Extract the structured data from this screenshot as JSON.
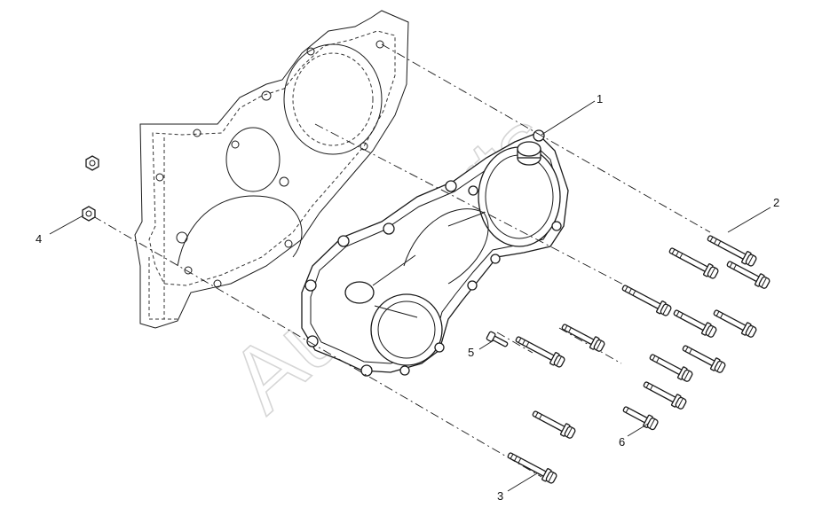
{
  "callouts": [
    {
      "id": "1",
      "label": "1"
    },
    {
      "id": "2",
      "label": "2"
    },
    {
      "id": "3",
      "label": "3"
    },
    {
      "id": "4",
      "label": "4"
    },
    {
      "id": "5",
      "label": "5"
    },
    {
      "id": "6",
      "label": "6"
    }
  ],
  "watermark": {
    "text": "Autoparts"
  }
}
